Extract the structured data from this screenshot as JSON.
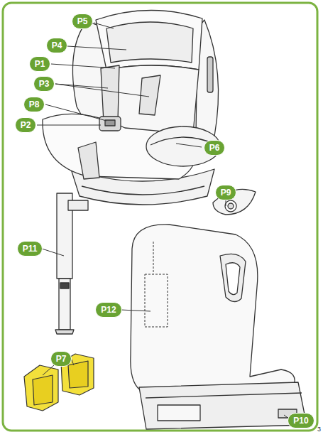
{
  "diagram": {
    "nodes": [
      {
        "text": [
          "P5"
        ]
      },
      {
        "text": [
          "P4"
        ]
      },
      {
        "text": [
          "P1"
        ]
      },
      {
        "text": [
          "P3"
        ]
      },
      {
        "text": [
          "P8"
        ]
      },
      {
        "text": [
          "P2"
        ]
      },
      {
        "text": [
          "P6"
        ]
      },
      {
        "text": [
          "P9"
        ]
      },
      {
        "text": [
          "P11"
        ]
      },
      {
        "text": [
          "P12"
        ]
      },
      {
        "text": [
          "P7"
        ]
      },
      {
        "text": [
          "P10"
        ]
      }
    ],
    "labels": [
      "3"
    ]
  }
}
